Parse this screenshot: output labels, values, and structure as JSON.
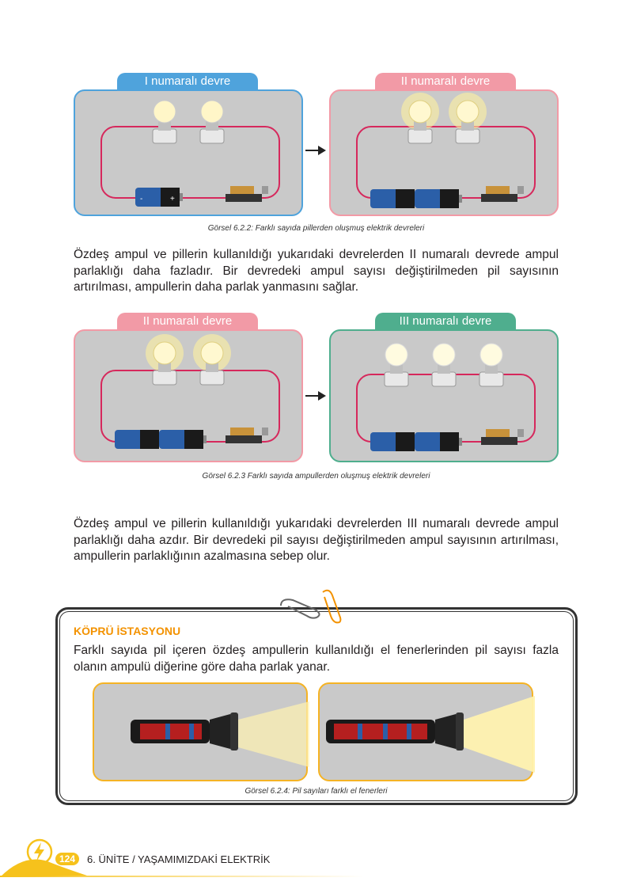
{
  "figure1": {
    "left_tab": "I numaralı devre",
    "right_tab": "II numaralı devre",
    "caption": "Görsel 6.2.2: Farklı sayıda pillerden oluşmuş elektrik devreleri"
  },
  "paragraph1": "Özdeş ampul ve pillerin kullanıldığı yukarıdaki devrelerden II numaralı devrede ampul parlaklığı daha fazladır. Bir devredeki ampul sayısı değiştirilmeden pil sayısının artırılması, ampullerin daha parlak yanmasını sağlar.",
  "figure2": {
    "left_tab": "II numaralı devre",
    "right_tab": "III numaralı devre",
    "caption": "Görsel 6.2.3 Farklı sayıda ampullerden oluşmuş elektrik devreleri"
  },
  "paragraph2": "Özdeş ampul ve pillerin kullanıldığı yukarıdaki devrelerden III numaralı devrede ampul parlaklığı daha azdır. Bir devredeki pil sayısı değiştirilmeden ampul sayısının artırılması, ampullerin parlaklığının azalmasına sebep olur.",
  "bridge_box": {
    "title": "KÖPRÜ İSTASYONU",
    "text": "Farklı sayıda pil içeren özdeş ampullerin kullanıldığı el fenerlerinden pil sayısı fazla olanın ampulü diğerine göre daha parlak yanar.",
    "caption": "Görsel 6.2.4: Pil sayıları farklı el fenerleri"
  },
  "battery_minus": "-",
  "battery_plus": "+",
  "footer": {
    "page_number": "124",
    "unit_label": "6. ÜNİTE / YAŞAMIMIZDAKİ ELEKTRİK"
  },
  "colors": {
    "blue_tab": "#4fa3dc",
    "pink_tab": "#f29aa6",
    "green_tab": "#4fae8e",
    "orange_border": "#f5b324",
    "bridge_title": "#f39200",
    "footer_yellow": "#f6c21c"
  }
}
